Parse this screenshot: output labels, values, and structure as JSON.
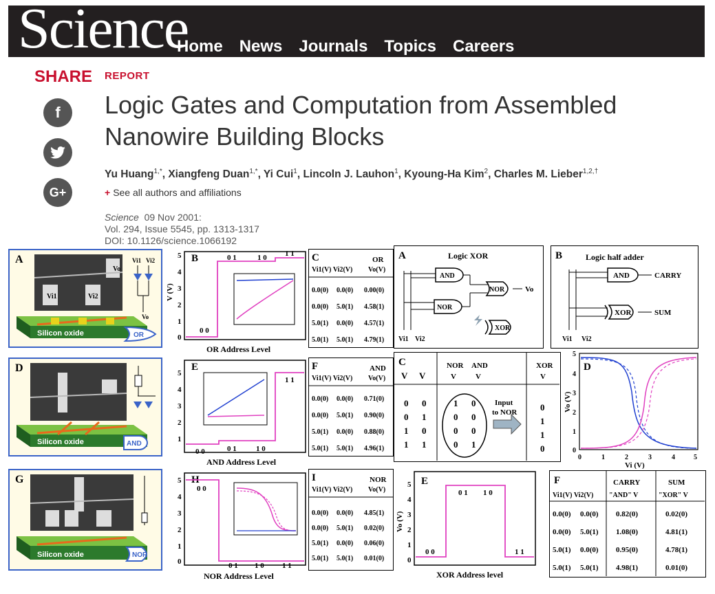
{
  "header": {
    "logo": "Science",
    "nav": [
      "Home",
      "News",
      "Journals",
      "Topics",
      "Careers"
    ]
  },
  "share": {
    "label": "SHARE",
    "icons": [
      "facebook-icon",
      "twitter-icon",
      "google-plus-icon"
    ],
    "facebook_glyph": "f",
    "google_glyph": "G+"
  },
  "article": {
    "type": "REPORT",
    "title_line1": "Logic Gates and Computation from Assembled",
    "title_line2": "Nanowire Building Blocks",
    "authors": [
      {
        "name": "Yu Huang",
        "sup": "1,*"
      },
      {
        "name": "Xiangfeng Duan",
        "sup": "1,*"
      },
      {
        "name": "Yi Cui",
        "sup": "1"
      },
      {
        "name": "Lincoln J. Lauhon",
        "sup": "1"
      },
      {
        "name": "Kyoung-Ha Kim",
        "sup": "2"
      },
      {
        "name": "Charles M. Lieber",
        "sup": "1,2,†"
      }
    ],
    "see_all": "See all authors and affiliations",
    "journal": "Science",
    "date": "09 Nov 2001:",
    "volume": "Vol. 294, Issue 5545, pp. 1313-1317",
    "doi": "DOI: 10.1126/science.1066192"
  },
  "figure": {
    "or": {
      "letterA": "A",
      "letterB": "B",
      "letterC": "C",
      "xlabel": "OR Address Level",
      "levels": [
        "0 0",
        "0 1",
        "1 0",
        "1 1"
      ],
      "gate": "OR",
      "substrate": "Silicon oxide",
      "table_head": [
        "V_i1(V)",
        "V_i2(V)",
        "OR",
        "V_o(V)"
      ],
      "rows": [
        [
          "0.0(0)",
          "0.0(0)",
          "0.00(0)"
        ],
        [
          "0.0(0)",
          "5.0(1)",
          "4.58(1)"
        ],
        [
          "5.0(1)",
          "0.0(0)",
          "4.57(1)"
        ],
        [
          "5.0(1)",
          "5.0(1)",
          "4.79(1)"
        ]
      ]
    },
    "and": {
      "letterD": "D",
      "letterE": "E",
      "letterF": "F",
      "xlabel": "AND Address Level",
      "levels": [
        "0 0",
        "0 1",
        "1 0",
        "1 1"
      ],
      "gate": "AND",
      "substrate": "Silicon oxide",
      "table_head": [
        "AND"
      ],
      "rows": [
        [
          "0.0(0)",
          "0.0(0)",
          "0.71(0)"
        ],
        [
          "0.0(0)",
          "5.0(1)",
          "0.90(0)"
        ],
        [
          "5.0(1)",
          "0.0(0)",
          "0.88(0)"
        ],
        [
          "5.0(1)",
          "5.0(1)",
          "4.96(1)"
        ]
      ]
    },
    "nor": {
      "letterG": "G",
      "letterH": "H",
      "letterI": "I",
      "xlabel": "NOR Address Level",
      "levels": [
        "0 0",
        "0 1",
        "1 0",
        "1 1"
      ],
      "gate": "NOR",
      "substrate": "Silicon oxide",
      "table_head": [
        "NOR"
      ],
      "rows": [
        [
          "0.0(0)",
          "0.0(0)",
          "4.85(1)"
        ],
        [
          "0.0(0)",
          "5.0(1)",
          "0.02(0)"
        ],
        [
          "5.0(1)",
          "0.0(0)",
          "0.06(0)"
        ],
        [
          "5.0(1)",
          "5.0(1)",
          "0.01(0)"
        ]
      ]
    },
    "xor": {
      "letterA": "A",
      "title": "Logic XOR",
      "gates": [
        "AND",
        "NOR",
        "NOR",
        "XOR"
      ],
      "inputs": [
        "Vi1",
        "Vi2"
      ],
      "output": "Vo"
    },
    "half_adder": {
      "letterB": "B",
      "title": "Logic  half adder",
      "gates": [
        "AND",
        "XOR"
      ],
      "outputs": [
        "CARRY",
        "SUM"
      ],
      "inputs": [
        "Vi1",
        "Vi2"
      ]
    },
    "truth": {
      "letterC": "C",
      "head": [
        "V",
        "V",
        "NOR",
        "AND",
        "V",
        "V",
        "XOR",
        "V"
      ],
      "rows": [
        [
          "0",
          "0",
          "1",
          "0",
          "0"
        ],
        [
          "0",
          "1",
          "0",
          "0",
          "1"
        ],
        [
          "1",
          "0",
          "0",
          "0",
          "1"
        ],
        [
          "1",
          "1",
          "0",
          "1",
          "0"
        ]
      ],
      "arrow_label1": "Input",
      "arrow_label2": "to NOR"
    },
    "transfer": {
      "letterD": "D",
      "xlabel": "V_i (V)",
      "ylabel": "V_o (V)",
      "xticks": [
        "0",
        "1",
        "2",
        "3",
        "4",
        "5"
      ],
      "yticks": [
        "0",
        "1",
        "2",
        "3",
        "4",
        "5"
      ]
    },
    "xor_plot": {
      "letterE": "E",
      "xlabel": "XOR Address level",
      "ylabel": "Vo (V)",
      "levels": [
        "0 0",
        "0 1",
        "1 0",
        "1 1"
      ],
      "yticks": [
        "0",
        "1",
        "2",
        "3",
        "4",
        "5"
      ]
    },
    "adder_table": {
      "letterF": "F",
      "head": [
        "CARRY",
        "SUM",
        "\"AND\" V",
        "\"XOR\" V"
      ],
      "rows": [
        [
          "0.0(0)",
          "0.0(0)",
          "0.82(0)",
          "0.02(0)"
        ],
        [
          "0.0(0)",
          "5.0(1)",
          "1.08(0)",
          "4.81(1)"
        ],
        [
          "5.0(1)",
          "0.0(0)",
          "0.95(0)",
          "4.78(1)"
        ],
        [
          "5.0(1)",
          "5.0(1)",
          "4.98(1)",
          "0.01(0)"
        ]
      ]
    }
  }
}
